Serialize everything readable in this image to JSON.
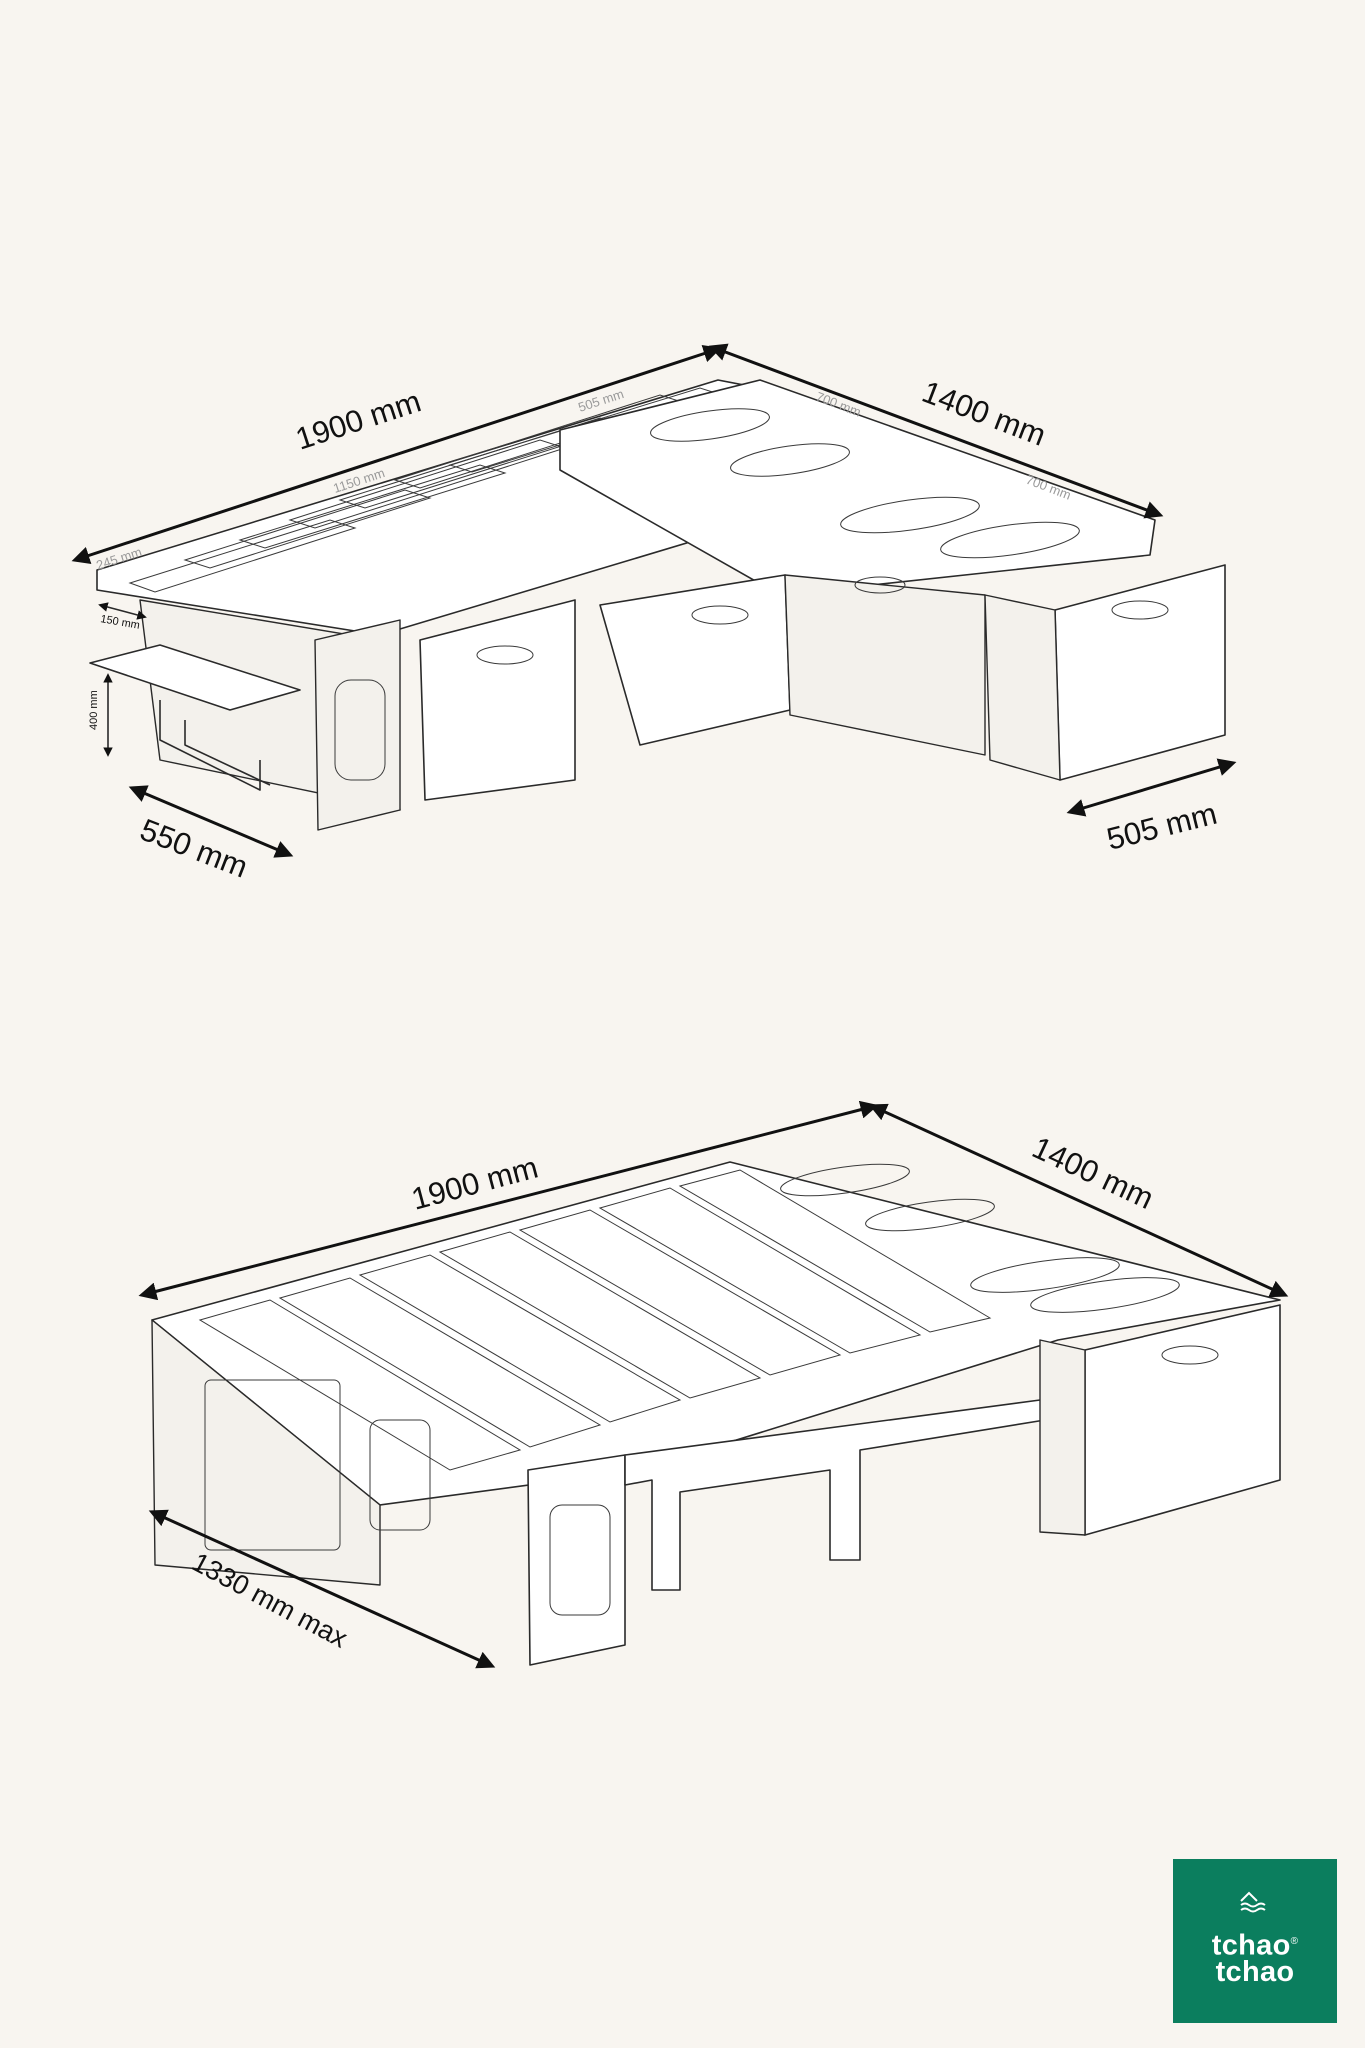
{
  "top_drawing": {
    "dim_length": "1900 mm",
    "dim_width": "1400 mm",
    "dim_depth": "550 mm",
    "dim_drawer": "505 mm",
    "sub_245": "245 mm",
    "sub_1150": "1150 mm",
    "sub_505": "505 mm",
    "sub_700_a": "700 mm",
    "sub_700_b": "700 mm",
    "tiny_150": "150 mm",
    "tiny_400": "400 mm"
  },
  "bottom_drawing": {
    "dim_length": "1900 mm",
    "dim_width": "1400 mm",
    "dim_extended": "1330 mm max"
  },
  "logo": {
    "line1": "tchao",
    "line2": "tchao",
    "registered": "®",
    "brand_color": "#0b7e5e"
  },
  "colors": {
    "background": "#f8f5f0",
    "line": "#2a2a2a"
  }
}
